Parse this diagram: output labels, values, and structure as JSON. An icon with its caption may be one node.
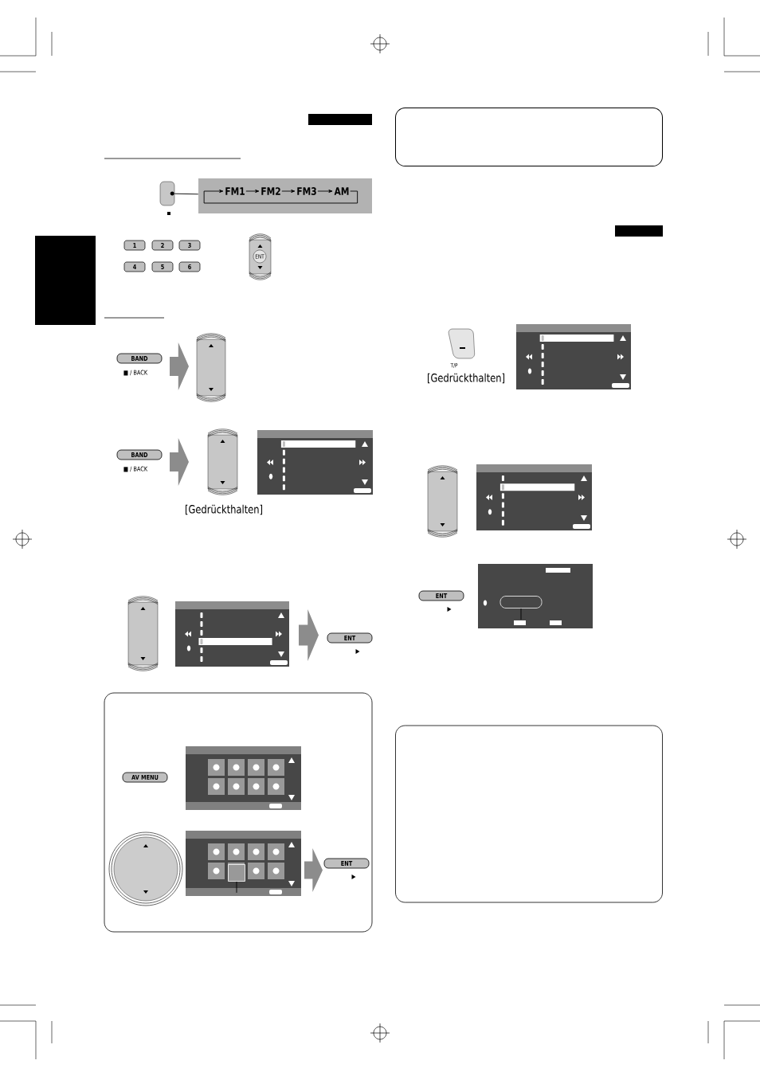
{
  "diagram": {
    "nodes": [
      {
        "text": [],
        "shape": "bar"
      },
      {
        "text": [],
        "shape": "button"
      },
      {
        "text": [],
        "shape": "box"
      },
      {
        "text": [
          "FM1"
        ],
        "in": 2
      },
      {
        "text": [
          "FM2"
        ],
        "in": 2
      },
      {
        "text": [
          "FM3"
        ],
        "in": 2
      },
      {
        "text": [
          "AM"
        ],
        "in": 2
      },
      {
        "text": [],
        "shape": "box"
      },
      {
        "text": [],
        "shape": "box"
      },
      {
        "text": [],
        "shape": "box",
        "in": 8
      },
      {
        "text": [],
        "shape": "box"
      },
      {
        "text": [],
        "shape": "bar"
      },
      {
        "text": [],
        "shape": "box"
      },
      {
        "text": [],
        "shape": "box"
      }
    ],
    "edges": [
      {
        "from": 1,
        "to": 2,
        "arrow": "none"
      },
      {
        "from": 3,
        "to": 4,
        "arrow": "to"
      },
      {
        "from": 4,
        "to": 5,
        "arrow": "to"
      },
      {
        "from": 5,
        "to": 6,
        "arrow": "to"
      },
      {
        "from": 6,
        "to": 3,
        "arrow": "to"
      },
      {
        "from": null,
        "to": 9,
        "arrow": "none"
      },
      {
        "from": null,
        "to": 12,
        "arrow": "none"
      }
    ],
    "labels": [
      "1",
      "2",
      "3",
      "4",
      "5",
      "6",
      "ENT",
      "BAND",
      "■ / BACK",
      "BAND",
      "■ / BACK",
      "[Gedrückthalten]",
      "ENT",
      "▶",
      "AV MENU",
      "ENT",
      "▶",
      "T/P",
      "[Gedrückthalten]",
      "ENT",
      "▶"
    ]
  }
}
